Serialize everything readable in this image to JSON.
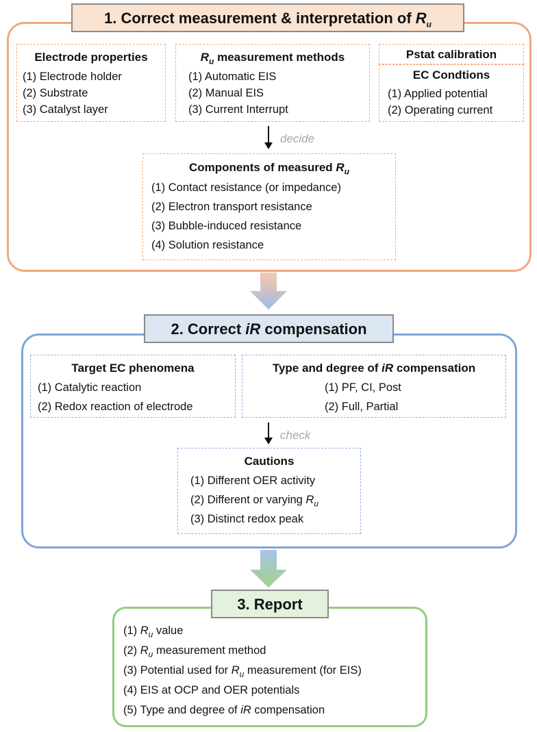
{
  "section1": {
    "title_prefix": "1. Correct measurement & interpretation of ",
    "title_symbol": "R",
    "title_sub": "u",
    "electrode": {
      "heading": "Electrode properties",
      "items": [
        "(1) Electrode holder",
        "(2) Substrate",
        "(3) Catalyst layer"
      ]
    },
    "methods": {
      "heading_symbol": "R",
      "heading_sub": "u",
      "heading_rest": " measurement methods",
      "items": [
        "(1) Automatic EIS",
        "(2) Manual EIS",
        "(3) Current Interrupt"
      ]
    },
    "pstat": {
      "heading": "Pstat calibration"
    },
    "ec": {
      "heading": "EC Condtions",
      "items": [
        "(1) Applied potential",
        "(2) Operating current"
      ]
    },
    "arrow_label": "decide",
    "components": {
      "heading_prefix": "Components of measured ",
      "heading_symbol": "R",
      "heading_sub": "u",
      "items": [
        "(1) Contact resistance (or impedance)",
        "(2) Electron transport resistance",
        "(3) Bubble-induced resistance",
        "(4) Solution resistance"
      ]
    }
  },
  "section2": {
    "title_prefix": "2. Correct ",
    "title_symbol": "iR",
    "title_suffix": " compensation",
    "target": {
      "heading": "Target EC phenomena",
      "items": [
        "(1) Catalytic reaction",
        "(2) Redox reaction of electrode"
      ]
    },
    "type": {
      "heading_prefix": "Type and degree of ",
      "heading_symbol": "iR",
      "heading_suffix": " compensation",
      "items": [
        "(1) PF, CI, Post",
        "(2) Full, Partial"
      ]
    },
    "arrow_label": "check",
    "cautions": {
      "heading": "Cautions",
      "item1": "(1) Different OER activity",
      "item2_prefix": "(2) Different or varying ",
      "item2_symbol": "R",
      "item2_sub": "u",
      "item3": "(3) Distinct redox peak"
    }
  },
  "section3": {
    "title": "3. Report",
    "r1_prefix": "(1) ",
    "r1_symbol": "R",
    "r1_sub": "u",
    "r1_suffix": " value",
    "r2_prefix": "(2) ",
    "r2_symbol": "R",
    "r2_sub": "u",
    "r2_suffix": " measurement method",
    "r3_prefix": "(3) Potential used for ",
    "r3_symbol": "R",
    "r3_sub": "u",
    "r3_suffix": " measurement (for EIS)",
    "r4": "(4) EIS at OCP and OER potentials",
    "r5_prefix": "(5) Type and degree of ",
    "r5_symbol": "iR",
    "r5_suffix": " compensation"
  },
  "colors": {
    "orange_border": "#f5a67a",
    "orange_fill": "#fbe3d2",
    "blue_border": "#7ea6d8",
    "blue_fill": "#dce6f2",
    "green_border": "#93cd7e",
    "green_fill": "#e3f1dd"
  }
}
